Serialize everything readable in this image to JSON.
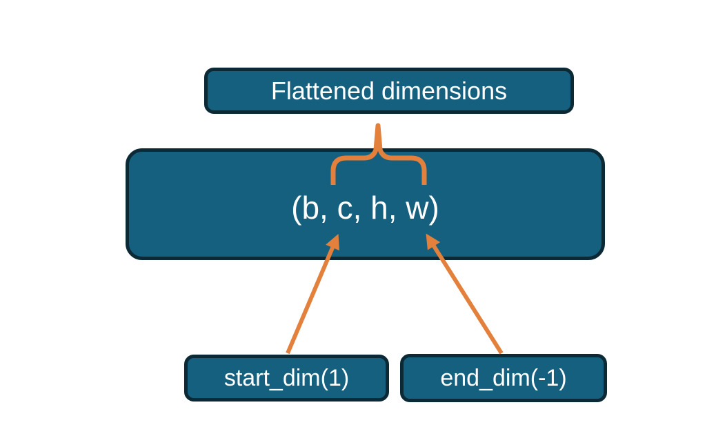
{
  "diagram": {
    "description": "Flatten operation diagram showing which tensor dimensions are flattened",
    "nodes": {
      "flattened": {
        "label": "Flattened dimensions"
      },
      "tensor": {
        "label": "(b, c, h, w)"
      },
      "start_dim": {
        "label": "start_dim(1)"
      },
      "end_dim": {
        "label": "end_dim(-1)"
      }
    },
    "colors": {
      "background": "#ffffff",
      "box_fill": "#16607F",
      "box_border": "#0C2936",
      "accent": "#E2803C",
      "text_color": "#ffffff"
    }
  }
}
